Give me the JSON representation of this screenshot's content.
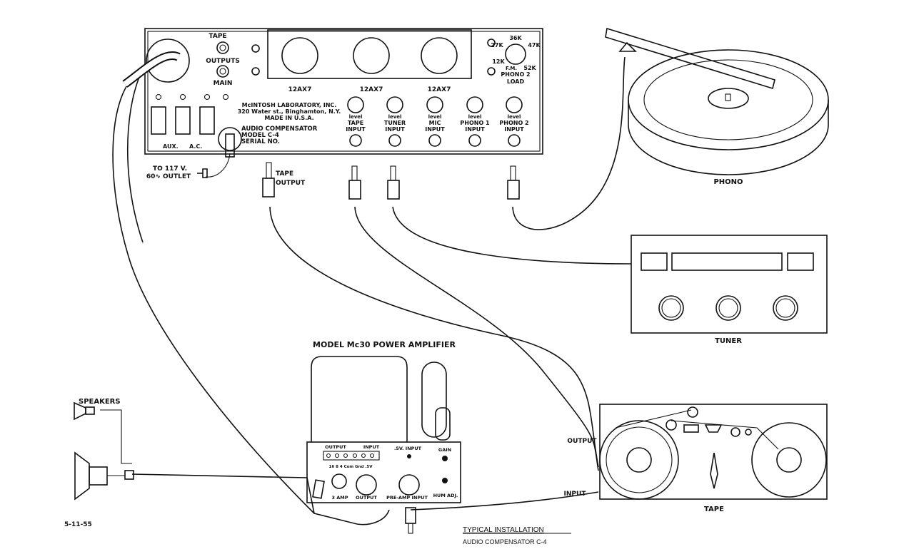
{
  "preamp": {
    "tube_labels": [
      "12AX7",
      "12AX7",
      "12AX7"
    ],
    "tape_output_label": "TAPE",
    "outputs_label": "OUTPUTS",
    "main_output_label": "MAIN",
    "maker": [
      "McINTOSH LABORATORY, INC.",
      "320 Water st., Binghamton, N.Y.",
      "MADE IN U.S.A."
    ],
    "model": [
      "AUDIO COMPENSATOR",
      "MODEL C-4",
      "SERIAL NO."
    ],
    "aux_label": "AUX.",
    "ac_label": "A.C.",
    "load_values": [
      "36K",
      "27K",
      "47K",
      "12K",
      "F.M.",
      "52K"
    ],
    "load_label": [
      "PHONO 2",
      "LOAD"
    ],
    "inputs": [
      {
        "level": "level",
        "name": "TAPE",
        "sub": "INPUT"
      },
      {
        "level": "level",
        "name": "TUNER",
        "sub": "INPUT"
      },
      {
        "level": "level",
        "name": "MIC",
        "sub": "INPUT"
      },
      {
        "level": "level",
        "name": "PHONO 1",
        "sub": "INPUT"
      },
      {
        "level": "level",
        "name": "PHONO 2",
        "sub": "INPUT"
      }
    ],
    "power_label": [
      "TO 117 V.",
      "60∿ OUTLET"
    ],
    "tape_output_plug": [
      "TAPE",
      "OUTPUT"
    ]
  },
  "phono": {
    "label": "PHONO"
  },
  "tuner": {
    "label": "TUNER"
  },
  "tape": {
    "label": "TAPE",
    "output_label": "OUTPUT",
    "input_label": "INPUT"
  },
  "amplifier": {
    "title": "MODEL Mc30 POWER AMPLIFIER",
    "output_label": "OUTPUT",
    "input_label": "INPUT",
    "terminals": "16  8  4 Com Gnd .5V",
    "half_volt_input": ".5V. INPUT",
    "gain": "GAIN",
    "fuse": "3 AMP",
    "output_socket": "OUTPUT",
    "preamp_input": "PRE-AMP INPUT",
    "hum_adj": "HUM ADJ."
  },
  "speakers": {
    "label": "SPEAKERS"
  },
  "footer": {
    "date": "5-11-55",
    "caption_title": "TYPICAL   INSTALLATION",
    "caption_sub": "AUDIO  COMPENSATOR  C-4"
  }
}
